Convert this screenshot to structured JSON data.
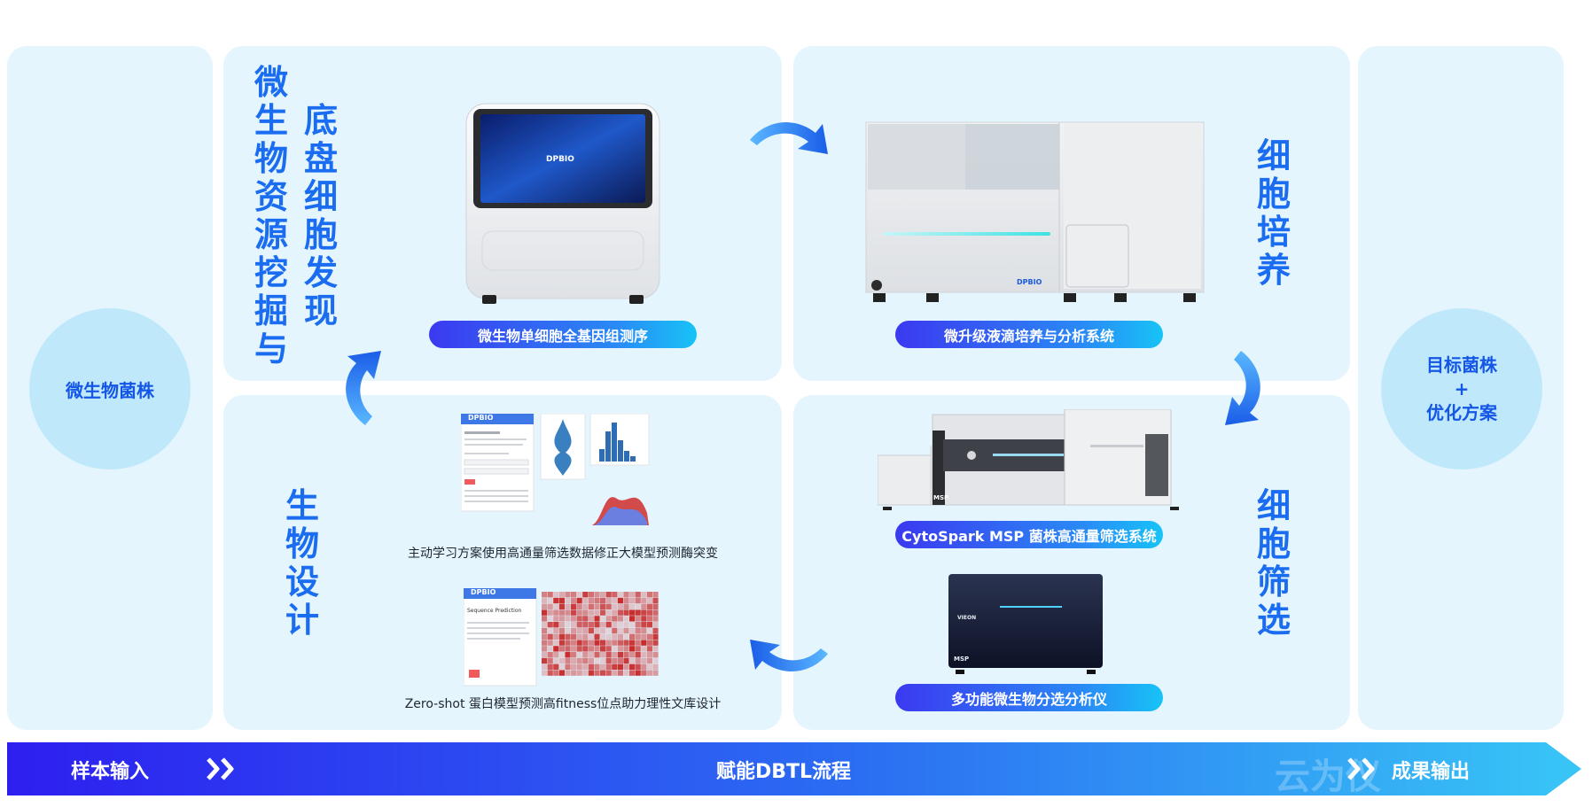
{
  "left_circle": {
    "label": "微生物菌株"
  },
  "right_circle": {
    "line1": "目标菌株",
    "line2": "+",
    "line3": "优化方案"
  },
  "quadrant_tl": {
    "vtitle_col1": "微生物资源挖掘与",
    "vtitle_col2": "底盘细胞发现",
    "device_brand": "DPBIO",
    "pill": "微生物单细胞全基因组测序"
  },
  "quadrant_tr": {
    "vtitle": "细胞培养",
    "device_brand": "DPBIO",
    "pill": "微升级液滴培养与分析系统"
  },
  "quadrant_br": {
    "vtitle": "细胞筛选",
    "device1_label": "MSP",
    "pill1": "CytoSpark MSP 菌株高通量筛选系统",
    "device2_brand": "VIEON",
    "device2_label": "MSP",
    "pill2": "多功能微生物分选分析仪"
  },
  "quadrant_bl": {
    "vtitle": "生物设计",
    "screenshot1_brand": "DPBIO",
    "caption1": "主动学习方案使用高通量筛选数据修正大模型预测酶突变",
    "screenshot2_brand": "DPBIO",
    "screenshot2_title": "Sequence Prediction",
    "caption2": "Zero-shot 蛋白模型预测高fitness位点助力理性文库设计"
  },
  "bottom_bar": {
    "input_label": "样本输入",
    "center_label": "赋能DBTL流程",
    "output_label": "成果输出",
    "watermark": "云为仪"
  },
  "colors": {
    "panel_bg": "#e4f5fd",
    "circle_bg": "#bfe9fb",
    "title_blue": "#1a6cf0",
    "bar_start": "#2d1ff0",
    "bar_end": "#38c6f6"
  },
  "icons": [
    "curved-arrow-icon",
    "double-chevron-icon"
  ]
}
